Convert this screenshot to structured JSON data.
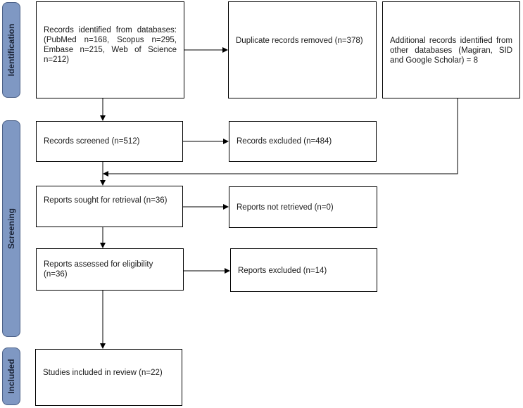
{
  "stages": {
    "identification": "Identification",
    "screening": "Screening",
    "included": "Included"
  },
  "boxes": {
    "records_identified": "Records identified from databases: (PubMed n=168, Scopus n=295, Embase n=215, Web of Science n=212)",
    "duplicates_removed": "Duplicate records removed (n=378)",
    "additional_records": "Additional records identified from other databases (Magiran, SID and Google Scholar) = 8",
    "records_screened": "Records screened (n=512)",
    "records_excluded": "Records excluded (n=484)",
    "reports_sought": "Reports sought for retrieval (n=36)",
    "reports_not_retrieved": "Reports not retrieved (n=0)",
    "reports_assessed": "Reports assessed for eligibility (n=36)",
    "reports_excluded": "Reports excluded (n=14)",
    "studies_included": "Studies included in review (n=22)"
  },
  "colors": {
    "stage_fill": "#7f98c3",
    "stage_border": "#4a5f86"
  }
}
